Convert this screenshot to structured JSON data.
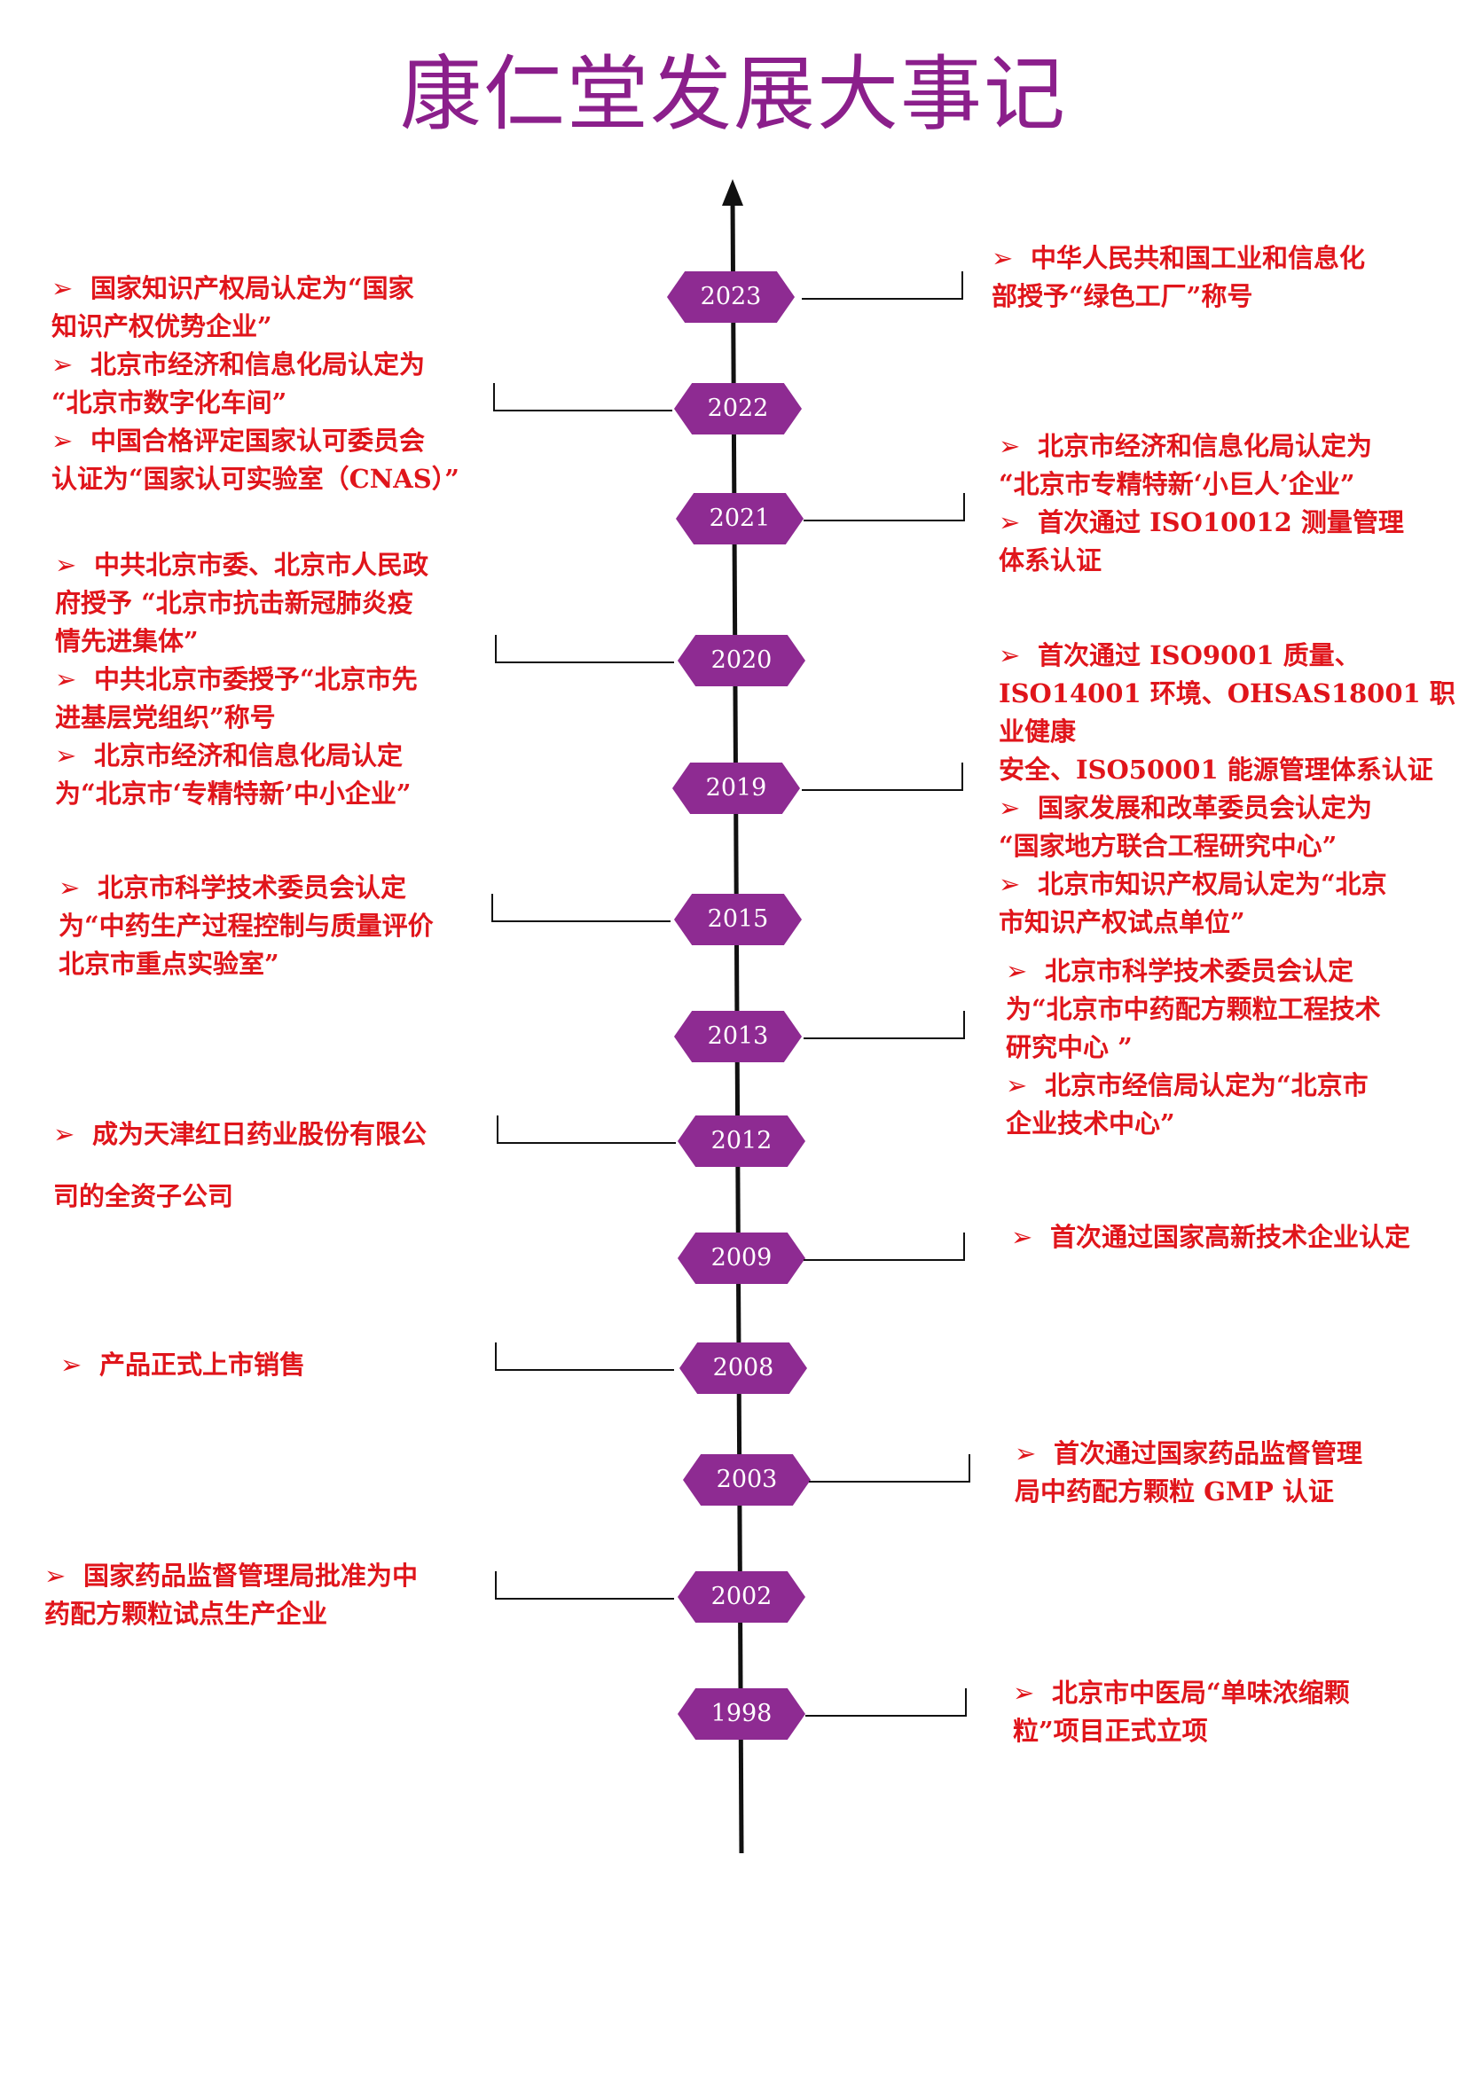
{
  "title": "康仁堂发展大事记",
  "colors": {
    "title": "#8b1f8b",
    "badge": "#8e2b92",
    "note_text": "#e0151b",
    "axis": "#111111"
  },
  "bullet_icon": "arrowhead-bullet-icon",
  "bullet_glyph": "➢",
  "timeline": [
    {
      "year": "2023",
      "side": "right",
      "lines": [
        "➢  中华人民共和国工业和信息化",
        "部授予“绿色工厂”称号"
      ]
    },
    {
      "year": "2022",
      "side": "left",
      "lines": [
        "➢  国家知识产权局认定为“国家",
        "知识产权优势企业”",
        "➢  北京市经济和信息化局认定为",
        "“北京市数字化车间”",
        "➢  中国合格评定国家认可委员会",
        "认证为“国家认可实验室（CNAS）”"
      ]
    },
    {
      "year": "2021",
      "side": "right",
      "lines": [
        "➢  北京市经济和信息化局认定为",
        "“北京市专精特新‘小巨人’企业”",
        "➢  首次通过 ISO10012 测量管理",
        "体系认证"
      ]
    },
    {
      "year": "2020",
      "side": "left",
      "lines": [
        "➢  中共北京市委、北京市人民政",
        "府授予 “北京市抗击新冠肺炎疫",
        "情先进集体”",
        "➢  中共北京市委授予“北京市先",
        "进基层党组织”称号",
        "➢  北京市经济和信息化局认定",
        "为“北京市‘专精特新’中小企业”"
      ]
    },
    {
      "year": "2019",
      "side": "right",
      "lines": [
        "➢  首次通过 ISO9001 质量、",
        "ISO14001 环境、OHSAS18001 职业健康",
        "安全、ISO50001 能源管理体系认证",
        "➢  国家发展和改革委员会认定为",
        "“国家地方联合工程研究中心”",
        "➢  北京市知识产权局认定为“北京",
        "市知识产权试点单位”"
      ]
    },
    {
      "year": "2015",
      "side": "left",
      "lines": [
        "➢  北京市科学技术委员会认定",
        "为“中药生产过程控制与质量评价",
        "北京市重点实验室”"
      ]
    },
    {
      "year": "2013",
      "side": "right",
      "lines": [
        "➢  北京市科学技术委员会认定",
        "为“北京市中药配方颗粒工程技术",
        "研究中心 ”",
        "➢  北京市经信局认定为“北京市",
        "企业技术中心”"
      ]
    },
    {
      "year": "2012",
      "side": "left",
      "lines": [
        "➢  成为天津红日药业股份有限公",
        "司的全资子公司"
      ]
    },
    {
      "year": "2009",
      "side": "right",
      "lines": [
        "➢  首次通过国家高新技术企业认定"
      ]
    },
    {
      "year": "2008",
      "side": "left",
      "lines": [
        "➢  产品正式上市销售"
      ]
    },
    {
      "year": "2003",
      "side": "right",
      "lines": [
        "➢  首次通过国家药品监督管理",
        "局中药配方颗粒 GMP 认证"
      ]
    },
    {
      "year": "2002",
      "side": "left",
      "lines": [
        "➢  国家药品监督管理局批准为中",
        "药配方颗粒试点生产企业"
      ]
    },
    {
      "year": "1998",
      "side": "right",
      "lines": [
        "➢  北京市中医局“单味浓缩颗",
        "粒”项目正式立项"
      ]
    }
  ]
}
